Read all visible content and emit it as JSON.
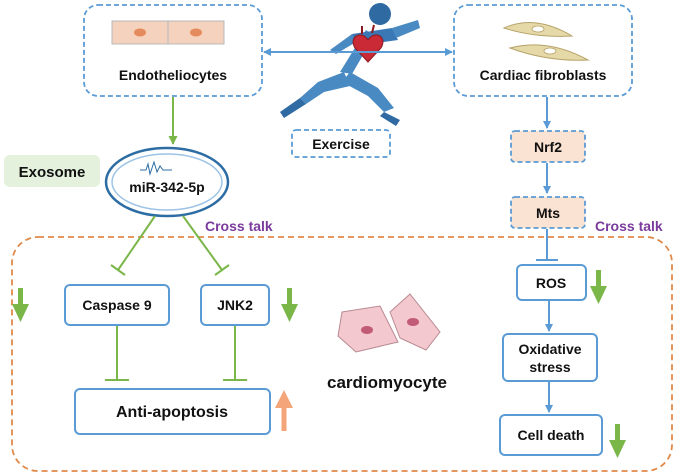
{
  "nodes": {
    "endotheliocytes": "Endotheliocytes",
    "exercise": "Exercise",
    "cardiac_fibroblasts": "Cardiac fibroblasts",
    "exosome": "Exosome",
    "mirna": "miR-342-5p",
    "cross_talk_left": "Cross talk",
    "cross_talk_right": "Cross talk",
    "nrf2": "Nrf2",
    "mts": "Mts",
    "caspase9": "Caspase 9",
    "jnk2": "JNK2",
    "ros": "ROS",
    "oxidative_stress_line1": "Oxidative",
    "oxidative_stress_line2": "stress",
    "anti_apoptosis": "Anti-apoptosis",
    "cardiomyocyte": "cardiomyocyte",
    "cell_death": "Cell death"
  },
  "colors": {
    "dashed_blue": "#5b9bd5",
    "green_arrow": "#7ab648",
    "orange_arrow": "#f4a67a",
    "orange_dash": "#e08a4a",
    "purple_text": "#7a3b9c",
    "exosome_bg": "#e4f1dc",
    "mts_nrf2_bg": "#fbe3d3"
  },
  "icons": {
    "runner": "running-figure-with-heart-icon",
    "endothelial": "endothelial-cells-icon",
    "fibroblast": "fibroblast-cells-icon",
    "cardiomyocyte": "cardiomyocyte-cells-icon"
  }
}
